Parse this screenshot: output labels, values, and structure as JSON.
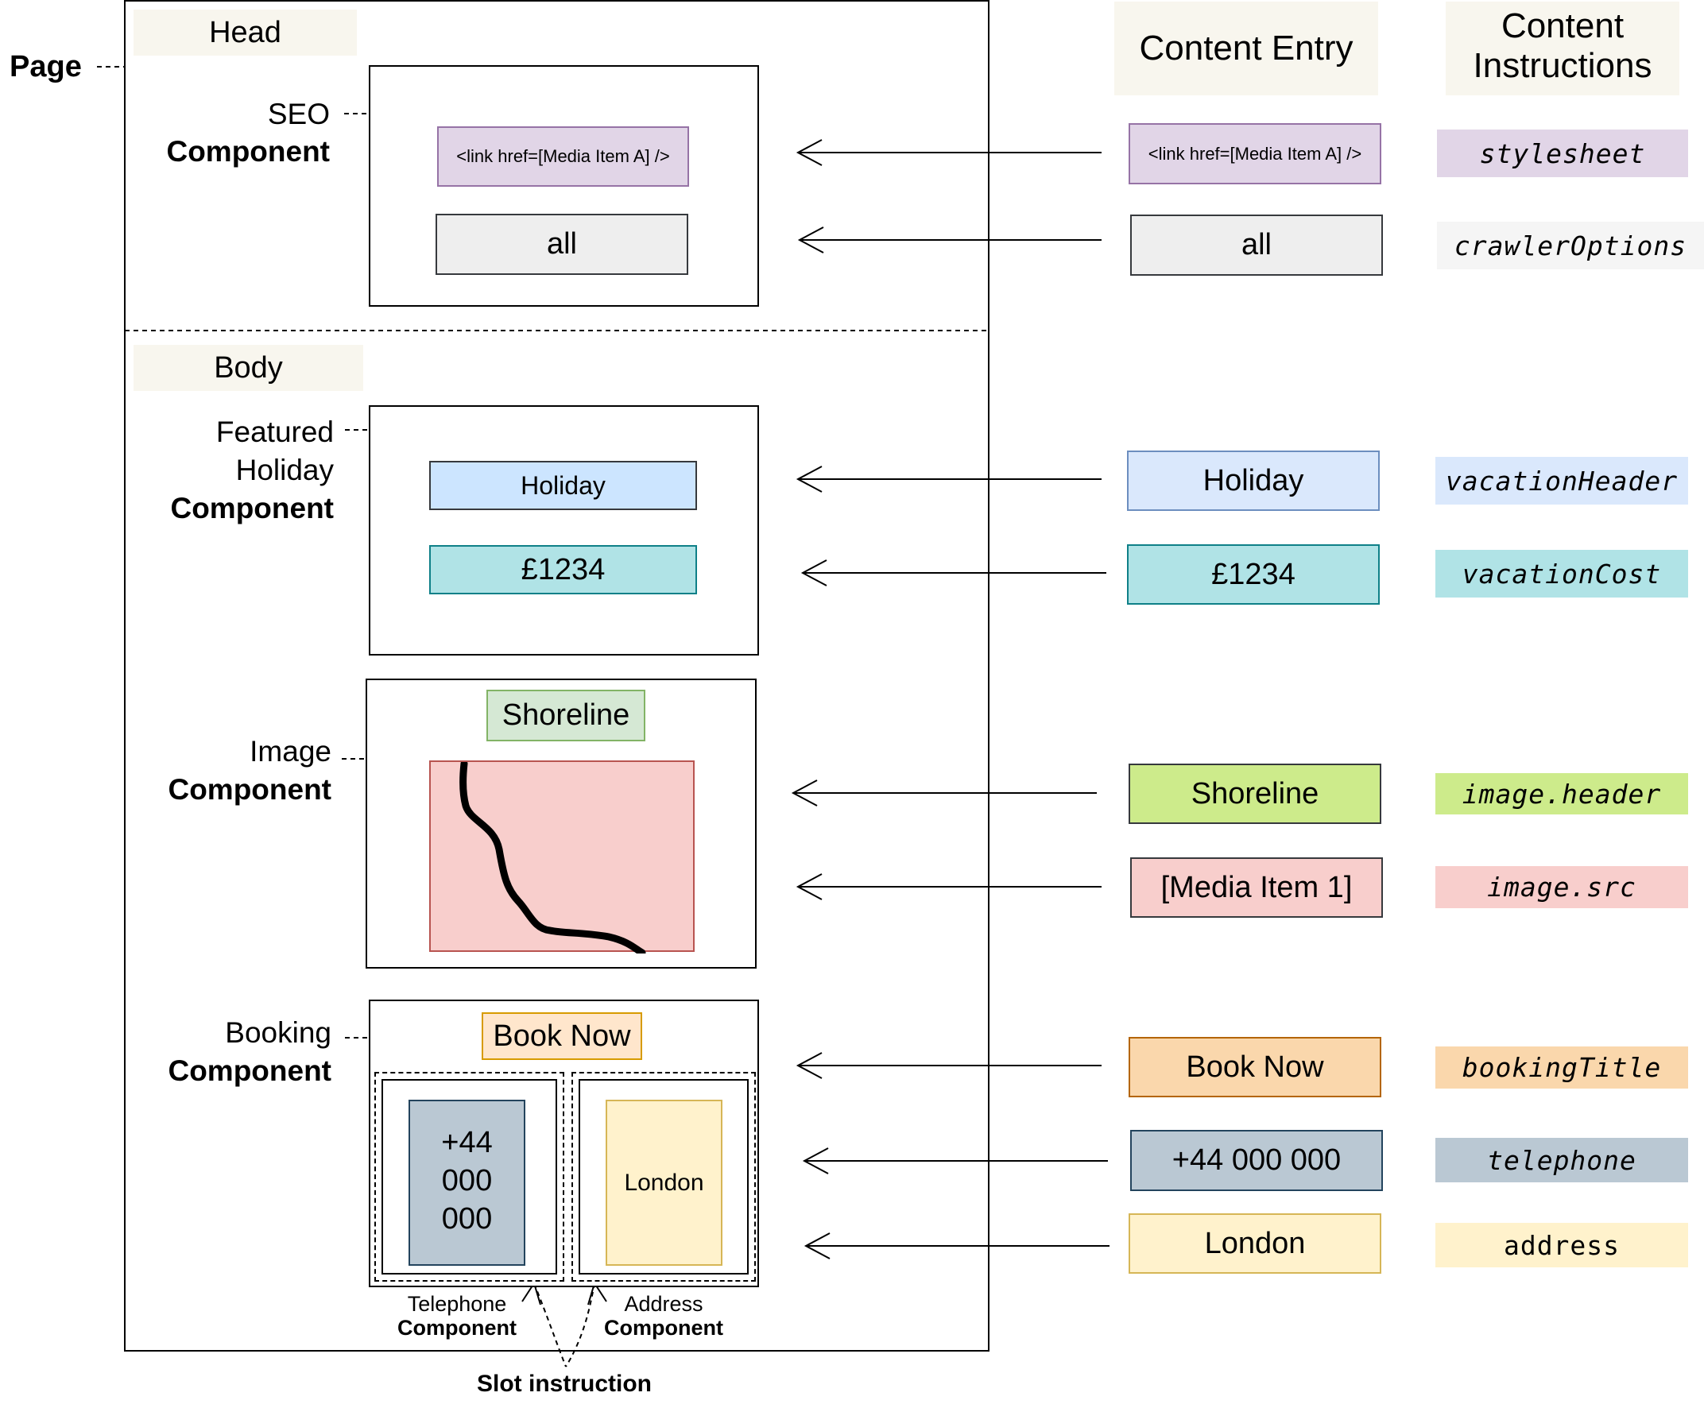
{
  "page_label": "Page",
  "head": {
    "label": "Head",
    "seo": {
      "label_line1": "SEO",
      "label_line2": "Component",
      "stylesheet_value": "<link href=[Media Item A] />",
      "crawler_value": "all"
    }
  },
  "body": {
    "label": "Body",
    "featured": {
      "label_line1": "Featured",
      "label_line2": "Holiday",
      "label_line3": "Component",
      "header_value": "Holiday",
      "cost_value": "£1234"
    },
    "image": {
      "label_line1": "Image",
      "label_line2": "Component",
      "header_value": "Shoreline"
    },
    "booking": {
      "label_line1": "Booking",
      "label_line2": "Component",
      "title_value": "Book Now",
      "telephone_line1": "+44",
      "telephone_line2": "000",
      "telephone_line3": "000",
      "address_value": "London",
      "telephone_component_line1": "Telephone",
      "telephone_component_line2": "Component",
      "address_component_line1": "Address",
      "address_component_line2": "Component",
      "slot_instruction": "Slot instruction"
    }
  },
  "content_entry": {
    "header": "Content Entry",
    "items": [
      {
        "value": "<link href=[Media Item A] />",
        "color": "#e1d5e7",
        "border": "#9673a6"
      },
      {
        "value": "all",
        "color": "#eeeeee",
        "border": "#36393d"
      },
      {
        "value": "Holiday",
        "color": "#dae8fc",
        "border": "#6c8ebf"
      },
      {
        "value": "£1234",
        "color": "#b0e3e6",
        "border": "#0e8088"
      },
      {
        "value": "Shoreline",
        "color": "#cdeb8b",
        "border": "#36393d"
      },
      {
        "value": "[Media Item 1]",
        "color": "#f8cecc",
        "border": "#36393d"
      },
      {
        "value": "Book Now",
        "color": "#fad7ac",
        "border": "#b46504"
      },
      {
        "value": "+44 000 000",
        "color": "#bac8d3",
        "border": "#23445d"
      },
      {
        "value": "London",
        "color": "#fff2cc",
        "border": "#d6b656"
      }
    ]
  },
  "content_instructions": {
    "header_line1": "Content",
    "header_line2": "Instructions",
    "items": [
      {
        "value": "stylesheet",
        "color": "#e1d5e7"
      },
      {
        "value": "crawlerOptions",
        "color": "#f5f5f5"
      },
      {
        "value": "vacationHeader",
        "color": "#dae8fc"
      },
      {
        "value": "vacationCost",
        "color": "#b0e3e6"
      },
      {
        "value": "image.header",
        "color": "#cdeb8b"
      },
      {
        "value": "image.src",
        "color": "#f8cecc"
      },
      {
        "value": "bookingTitle",
        "color": "#fad7ac"
      },
      {
        "value": "telephone",
        "color": "#bac8d3"
      },
      {
        "value": "address",
        "color": "#fff2cc"
      }
    ]
  }
}
